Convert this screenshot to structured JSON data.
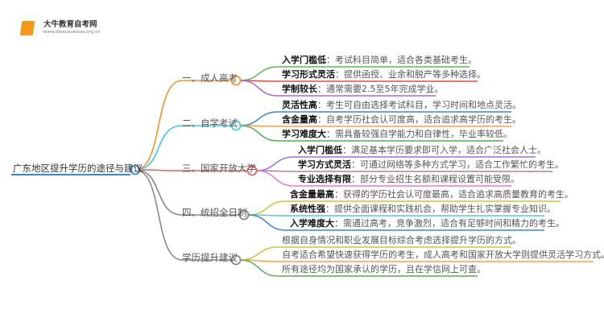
{
  "logo": {
    "name": "大牛教育自考网",
    "url": "www.daniuxuexiao.org.cn"
  },
  "root": {
    "label": "广东地区提升学历的途径与建议"
  },
  "branches": [
    {
      "label": "一、成人高考",
      "color": "#f7922f",
      "children": [
        {
          "key": "入学门槛低",
          "text": "：考试科目简单，适合各类基础考生。",
          "color": "#5cb85c"
        },
        {
          "key": "学习形式灵活",
          "text": "：提供函授、业余和脱产等多种选择。",
          "color": "#e84b4b"
        },
        {
          "key": "学制较长",
          "text": "：通常需要2.5至5年完成学业。",
          "color": "#a46cd1"
        }
      ]
    },
    {
      "label": "二、自学考试",
      "color": "#3fcbe0",
      "children": [
        {
          "key": "灵活性高",
          "text": "：考生可自由选择考试科目，学习时间和地点灵活。",
          "color": "#3a87d0"
        },
        {
          "key": "含金量高",
          "text": "：自考学历社会认可度高，适合追求高学历的考生。",
          "color": "#f7a04a"
        },
        {
          "key": "学习难度大",
          "text": "：需具备较强自学能力和自律性，毕业率较低。",
          "color": "#52b04f"
        }
      ]
    },
    {
      "label": "三、国家开放大学",
      "color": "#e06060",
      "children": [
        {
          "key": "入学门槛低",
          "text": "：满足基本学历要求即可入学，适合广泛社会人士。",
          "color": "#a070d8"
        },
        {
          "key": "学习方式灵活",
          "text": "：可通过网络等多种方式学习，适合工作繁忙的考生。",
          "color": "#a88a88"
        },
        {
          "key": "专业选择有限",
          "text": "：部分专业招生名额和课程设置可能受限。",
          "color": "#ea7cc8"
        }
      ]
    },
    {
      "label": "四、统招全日制",
      "color": "#888888",
      "children": [
        {
          "key": "含金量最高",
          "text": "：获得的学历社会认可度最高，适合追求高质量教育的考生。",
          "color": "#c9c93a"
        },
        {
          "key": "系统性强",
          "text": "：提供全面课程和实践机会，帮助学生扎实掌握专业知识。",
          "color": "#4fcfe0"
        },
        {
          "key": "入学难度大",
          "text": "：需通过高考，竞争激烈，适合有足够时间和精力的考生。",
          "color": "#3a87d0"
        }
      ]
    },
    {
      "label": "学历提升建议",
      "color": "#888888",
      "children": [
        {
          "key": "",
          "text": "根据自身情况和职业发展目标综合考虑选择提升学历的方式。",
          "color": "#c9c93a"
        },
        {
          "key": "",
          "text": "自考适合希望快速获得学历的考生，成人高考和国家开放大学则提供灵活学习方式。",
          "color": "#f7a04a"
        },
        {
          "key": "",
          "text": "所有途径均为国家承认的学历，且在学信网上可查。",
          "color": "#52b04f"
        }
      ]
    }
  ]
}
